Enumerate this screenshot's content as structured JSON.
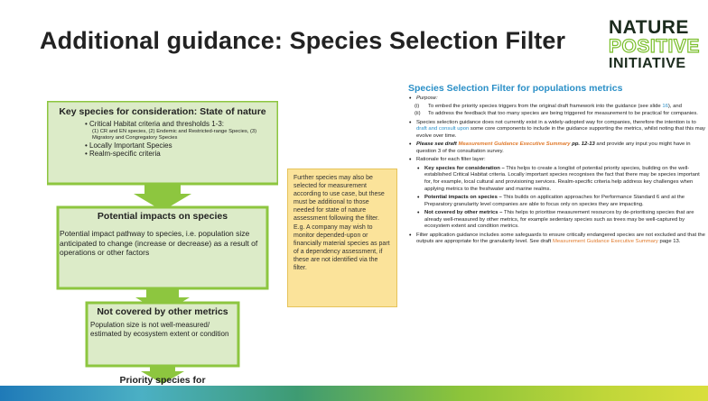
{
  "slide": {
    "title": "Additional guidance: Species Selection Filter",
    "logo": {
      "line1": "NATURE",
      "line2": "POSITIVE",
      "line3": "INITIATIVE"
    }
  },
  "funnel": {
    "box1": {
      "heading": "Key species for consideration: State of nature",
      "item1": "Critical Habitat criteria and thresholds 1-3:",
      "item1_detail": "(1) CR and EN species, (2) Endemic and Restricted-range Species, (3) Migratory and Congregatory Species",
      "item2": "Locally Important Species",
      "item3": "Realm-specific criteria"
    },
    "box2": {
      "heading": "Potential impacts on species",
      "body": "Potential impact pathway to species, i.e. population size anticipated to change (increase or decrease) as a result of operations or other factors"
    },
    "box3": {
      "heading": "Not covered by other metrics",
      "body": "Population size is not well-measured/ estimated by ecosystem extent or condition"
    },
    "box4": {
      "heading": "Priority species for population metric"
    }
  },
  "note": {
    "text": "Further species may also be selected for measurement according to use case, but these must be additional to those needed for state of nature assessment following the filter. E.g. A company may wish to monitor depended-upon or financially material species as part of a dependency assessment, if these are not identified via the filter."
  },
  "panel": {
    "title": "Species Selection Filter for populations metrics",
    "purpose_label": "Purpose:",
    "p1_num": "(i)",
    "p1_text_a": "To embed the priority species triggers from the original draft framework into the guidance (see slide ",
    "p1_link": "16",
    "p1_text_b": "), and",
    "p2_num": "(ii)",
    "p2_text": "To address the feedback that too many species are being triggered for measurement to be practical for companies.",
    "b2_a": "Species selection guidance does not currently exist in a widely-adopted way for companies, therefore the intention is to ",
    "b2_link": "draft and consult upon",
    "b2_b": " some core components to include in the guidance supporting the metrics, whilst noting that this may evolve over time.",
    "b3_bold": "Please see draft ",
    "b3_link": "Measurement Guidance Executive Summary",
    "b3_pages": " pp. 12-13",
    "b3_rest": " and provide any input you might have in question 3 of the consultation survey.",
    "b4": "Rationale for each filter layer:",
    "s1_bold": "Key species for consideration –",
    "s1_text": " This helps to create a longlist of potential priority species, building on the well-established Critical Habitat criteria. Locally important species recognises the fact that there may be species important for, for example, local cultural and provisioning services. Realm-specific criteria help address key challenges when applying metrics to the freshwater and marine realms.",
    "s2_bold": "Potential impacts on species –",
    "s2_text": " This builds on application approaches for Performance Standard 6 and at the Preparatory granularity level companies are able to focus only on species they are impacting.",
    "s3_bold": "Not covered by other metrics –",
    "s3_text": " This helps to prioritise measurement resources by de-prioritising species that are already well-measured by other metrics, for example sedentary species such as trees may be well-captured by ecosystem extent and condition metrics.",
    "b5_a": "Filter application guidance includes some safeguards to ensure critically endangered species are not excluded and that the outputs are appropriate for the granularity level. See draft ",
    "b5_link": "Measurement Guidance Executive Summary",
    "b5_b": " page 13."
  },
  "colors": {
    "funnel_green": "#8dc63f",
    "funnel_fill": "#dcebc8",
    "note_yellow": "#fbe39a",
    "panel_title_blue": "#2a8fc7"
  }
}
